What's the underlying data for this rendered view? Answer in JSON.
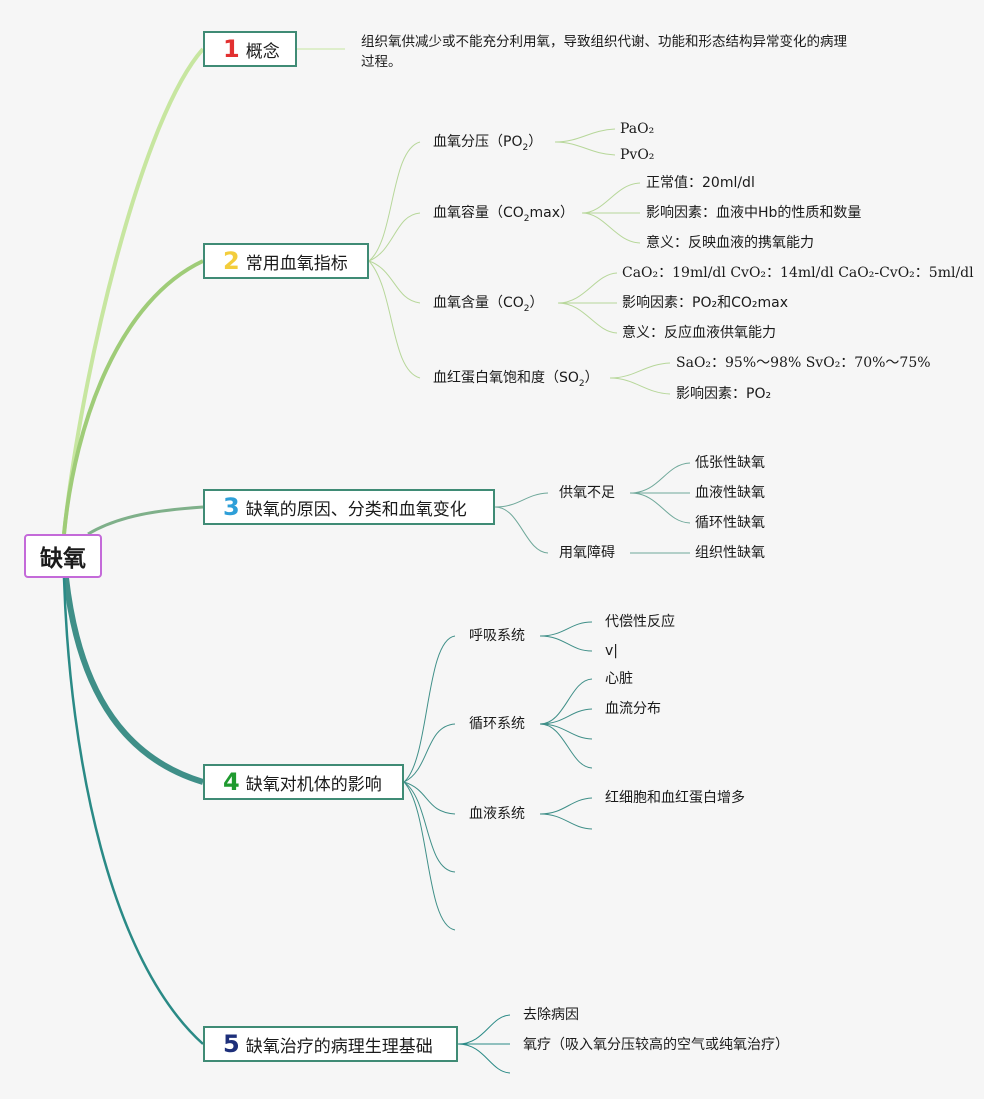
{
  "colors": {
    "root_border": "#c46ad9",
    "branch_border": "#3f8b75",
    "branch1_line": "#c7e6a0",
    "branch2_line": "#9fcc78",
    "branch3_line": "#7fb08a",
    "branch4_line": "#3f8f88",
    "branch5_line": "#2a8a86",
    "num1": "#e23030",
    "num2": "#f3cd3c",
    "num3": "#2e9fd8",
    "num4": "#1f9a2f",
    "num5": "#1d2f7a"
  },
  "root": {
    "label": "缺氧"
  },
  "b1": {
    "num": "1",
    "label": "概念",
    "definition": "组织氧供减少或不能充分利用氧，导致组织代谢、功能和形态结构异常变化的病理过程。"
  },
  "b2": {
    "num": "2",
    "label": "常用血氧指标",
    "po2": {
      "label": "血氧分压（PO",
      "sub": "2",
      "end": "）",
      "pao2": "PaO₂",
      "pvo2": "PvO₂"
    },
    "co2max": {
      "label": "血氧容量（CO",
      "sub": "2",
      "end": "max）",
      "normal": "正常值：20ml/dl",
      "factors": "影响因素：血液中Hb的性质和数量",
      "meaning": "意义：反映血液的携氧能力"
    },
    "co2": {
      "label": "血氧含量（CO",
      "sub": "2",
      "end": "）",
      "values": "CaO₂：19ml/dl CvO₂：14ml/dl CaO₂-CvO₂：5ml/dl",
      "factors": "影响因素：PO₂和CO₂max",
      "meaning": "意义：反应血液供氧能力"
    },
    "so2": {
      "label": "血红蛋白氧饱和度（SO",
      "sub": "2",
      "end": "）",
      "values": "SaO₂：95%～98% SvO₂：70%～75%",
      "factors": "影响因素：PO₂"
    }
  },
  "b3": {
    "num": "3",
    "label": "缺氧的原因、分类和血氧变化",
    "supply": "供氧不足",
    "supply_items": [
      "低张性缺氧",
      "血液性缺氧",
      "循环性缺氧"
    ],
    "use": "用氧障碍",
    "use_item": "组织性缺氧"
  },
  "b4": {
    "num": "4",
    "label": "缺氧对机体的影响",
    "resp": "呼吸系统",
    "resp_items": [
      "代偿性反应",
      "v|"
    ],
    "circ": "循环系统",
    "circ_items": [
      "心脏",
      "血流分布"
    ],
    "blood": "血液系统",
    "blood_items": [
      "红细胞和血红蛋白增多"
    ]
  },
  "b5": {
    "num": "5",
    "label": "缺氧治疗的病理生理基础",
    "items": [
      "去除病因",
      "氧疗（吸入氧分压较高的空气或纯氧治疗）"
    ]
  }
}
